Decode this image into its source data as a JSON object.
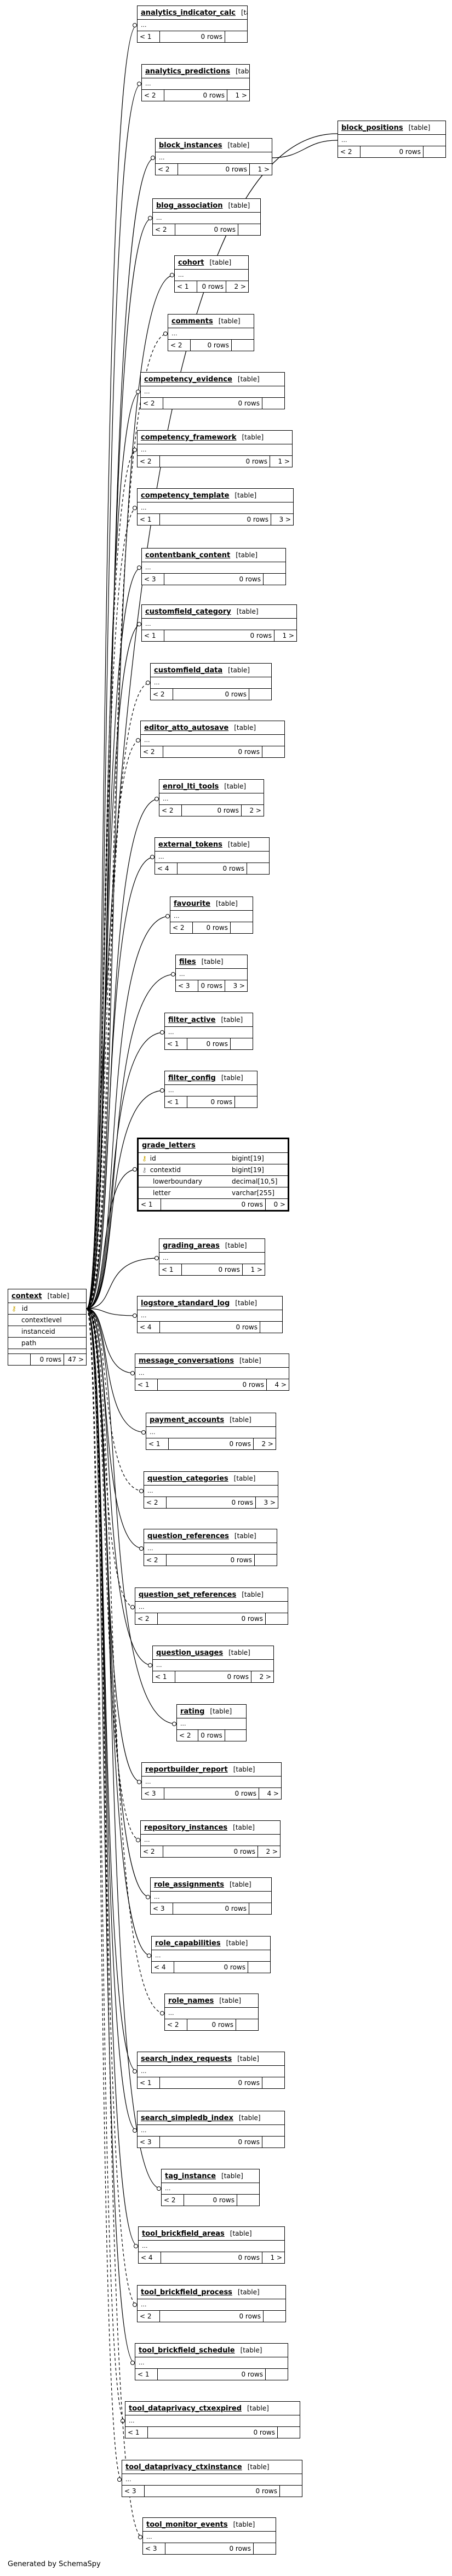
{
  "footer": "Generated by SchemaSpy",
  "kind_label": "[table]",
  "context_table": {
    "name": "context",
    "columns": [
      "id",
      "contextlevel",
      "instanceid",
      "path"
    ],
    "nav_left": "",
    "rows": "0 rows",
    "nav_right": "47 >"
  },
  "block_positions": {
    "name": "block_positions",
    "nav_left": "< 2",
    "rows": "0 rows",
    "nav_right": ""
  },
  "grade_letters": {
    "name": "grade_letters",
    "columns": [
      {
        "name": "id",
        "type": "bigint[19]"
      },
      {
        "name": "contextid",
        "type": "bigint[19]"
      },
      {
        "name": "lowerboundary",
        "type": "decimal[10,5]"
      },
      {
        "name": "letter",
        "type": "varchar[255]"
      }
    ],
    "nav_left": "< 1",
    "rows": "0 rows",
    "nav_right": "0 >"
  },
  "tables": [
    {
      "name": "analytics_indicator_calc",
      "nav_left": "< 1",
      "rows": "0 rows",
      "nav_right": ""
    },
    {
      "name": "analytics_predictions",
      "nav_left": "< 2",
      "rows": "0 rows",
      "nav_right": "1 >"
    },
    {
      "name": "block_instances",
      "nav_left": "< 2",
      "rows": "0 rows",
      "nav_right": "1 >"
    },
    {
      "name": "blog_association",
      "nav_left": "< 2",
      "rows": "0 rows",
      "nav_right": ""
    },
    {
      "name": "cohort",
      "nav_left": "< 1",
      "rows": "0 rows",
      "nav_right": "2 >"
    },
    {
      "name": "comments",
      "nav_left": "< 2",
      "rows": "0 rows",
      "nav_right": ""
    },
    {
      "name": "competency_evidence",
      "nav_left": "< 2",
      "rows": "0 rows",
      "nav_right": ""
    },
    {
      "name": "competency_framework",
      "nav_left": "< 2",
      "rows": "0 rows",
      "nav_right": "1 >"
    },
    {
      "name": "competency_template",
      "nav_left": "< 1",
      "rows": "0 rows",
      "nav_right": "3 >"
    },
    {
      "name": "contentbank_content",
      "nav_left": "< 3",
      "rows": "0 rows",
      "nav_right": ""
    },
    {
      "name": "customfield_category",
      "nav_left": "< 1",
      "rows": "0 rows",
      "nav_right": "1 >"
    },
    {
      "name": "customfield_data",
      "nav_left": "< 2",
      "rows": "0 rows",
      "nav_right": ""
    },
    {
      "name": "editor_atto_autosave",
      "nav_left": "< 2",
      "rows": "0 rows",
      "nav_right": ""
    },
    {
      "name": "enrol_lti_tools",
      "nav_left": "< 2",
      "rows": "0 rows",
      "nav_right": "2 >"
    },
    {
      "name": "external_tokens",
      "nav_left": "< 4",
      "rows": "0 rows",
      "nav_right": ""
    },
    {
      "name": "favourite",
      "nav_left": "< 2",
      "rows": "0 rows",
      "nav_right": ""
    },
    {
      "name": "files",
      "nav_left": "< 3",
      "rows": "0 rows",
      "nav_right": "3 >"
    },
    {
      "name": "filter_active",
      "nav_left": "< 1",
      "rows": "0 rows",
      "nav_right": ""
    },
    {
      "name": "filter_config",
      "nav_left": "< 1",
      "rows": "0 rows",
      "nav_right": ""
    },
    {
      "name": "grading_areas",
      "nav_left": "< 1",
      "rows": "0 rows",
      "nav_right": "1 >"
    },
    {
      "name": "logstore_standard_log",
      "nav_left": "< 4",
      "rows": "0 rows",
      "nav_right": ""
    },
    {
      "name": "message_conversations",
      "nav_left": "< 1",
      "rows": "0 rows",
      "nav_right": "4 >"
    },
    {
      "name": "payment_accounts",
      "nav_left": "< 1",
      "rows": "0 rows",
      "nav_right": "2 >"
    },
    {
      "name": "question_categories",
      "nav_left": "< 2",
      "rows": "0 rows",
      "nav_right": "3 >"
    },
    {
      "name": "question_references",
      "nav_left": "< 2",
      "rows": "0 rows",
      "nav_right": ""
    },
    {
      "name": "question_set_references",
      "nav_left": "< 2",
      "rows": "0 rows",
      "nav_right": ""
    },
    {
      "name": "question_usages",
      "nav_left": "< 1",
      "rows": "0 rows",
      "nav_right": "2 >"
    },
    {
      "name": "rating",
      "nav_left": "< 2",
      "rows": "0 rows",
      "nav_right": ""
    },
    {
      "name": "reportbuilder_report",
      "nav_left": "< 3",
      "rows": "0 rows",
      "nav_right": "4 >"
    },
    {
      "name": "repository_instances",
      "nav_left": "< 2",
      "rows": "0 rows",
      "nav_right": "2 >"
    },
    {
      "name": "role_assignments",
      "nav_left": "< 3",
      "rows": "0 rows",
      "nav_right": ""
    },
    {
      "name": "role_capabilities",
      "nav_left": "< 4",
      "rows": "0 rows",
      "nav_right": ""
    },
    {
      "name": "role_names",
      "nav_left": "< 2",
      "rows": "0 rows",
      "nav_right": ""
    },
    {
      "name": "search_index_requests",
      "nav_left": "< 1",
      "rows": "0 rows",
      "nav_right": ""
    },
    {
      "name": "search_simpledb_index",
      "nav_left": "< 3",
      "rows": "0 rows",
      "nav_right": ""
    },
    {
      "name": "tag_instance",
      "nav_left": "< 2",
      "rows": "0 rows",
      "nav_right": ""
    },
    {
      "name": "tool_brickfield_areas",
      "nav_left": "< 4",
      "rows": "0 rows",
      "nav_right": "1 >"
    },
    {
      "name": "tool_brickfield_process",
      "nav_left": "< 2",
      "rows": "0 rows",
      "nav_right": ""
    },
    {
      "name": "tool_brickfield_schedule",
      "nav_left": "< 1",
      "rows": "0 rows",
      "nav_right": ""
    },
    {
      "name": "tool_dataprivacy_ctxexpired",
      "nav_left": "< 1",
      "rows": "0 rows",
      "nav_right": ""
    },
    {
      "name": "tool_dataprivacy_ctxinstance",
      "nav_left": "< 3",
      "rows": "0 rows",
      "nav_right": ""
    },
    {
      "name": "tool_monitor_events",
      "nav_left": "< 3",
      "rows": "0 rows",
      "nav_right": ""
    }
  ],
  "dashed_edges": [
    "comments",
    "competency_framework",
    "competency_template",
    "customfield_data",
    "editor_atto_autosave",
    "question_categories",
    "question_set_references",
    "repository_instances",
    "role_names",
    "tool_brickfield_process",
    "tool_dataprivacy_ctxexpired",
    "tool_dataprivacy_ctxinstance",
    "tool_monitor_events"
  ]
}
